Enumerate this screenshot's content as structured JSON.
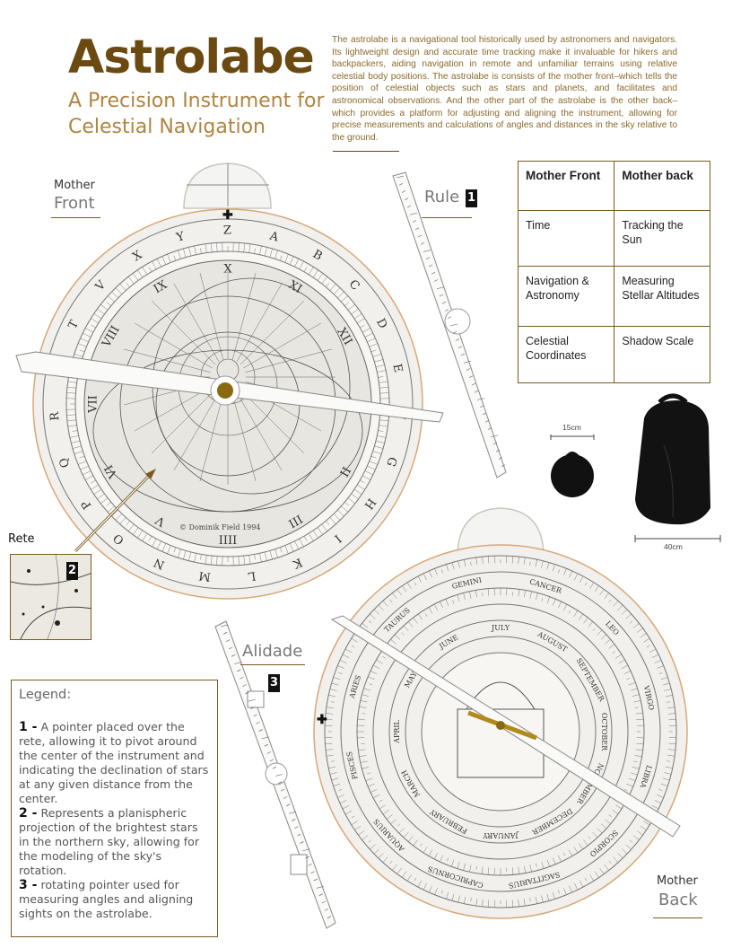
{
  "header": {
    "title": "Astrolabe",
    "subtitle": "A Precision Instrument for Celestial Navigation",
    "intro": "The astrolabe is a navigational tool historically used by astronomers and navigators. Its lightweight design and accurate time tracking make it invaluable for hikers and backpackers, aiding navigation in remote and unfamiliar terrains using relative celestial body positions. The astrolabe is consists of the mother front–which tells the position of celestial objects such as stars and planets, and facilitates and astronomical observations. And the other part of the astrolabe is the other back–which provides a platform for adjusting and aligning the instrument, allowing for precise measurements and calculations of angles and distances in the sky relative to the ground."
  },
  "labels": {
    "mother_front_small": "Mother",
    "mother_front_big": "Front",
    "rule": "Rule",
    "rule_num": "1",
    "rete": "Rete",
    "rete_num": "2",
    "alidade": "Alidade",
    "alidade_num": "3",
    "mother_back_small": "Mother",
    "mother_back_big": "Back"
  },
  "table": {
    "headers": [
      "Mother Front",
      "Mother back"
    ],
    "rows": [
      [
        "Time",
        "Tracking the Sun"
      ],
      [
        "Navigation & Astronomy",
        "Measuring Stellar Altitudes"
      ],
      [
        "Celestial Coordinates",
        "Shadow Scale"
      ]
    ]
  },
  "dimensions": {
    "astrolabe_size": "15cm",
    "bag_size": "40cm"
  },
  "legend": {
    "title": "Legend:",
    "items": [
      {
        "num": "1 -",
        "text": "A pointer placed over the rete, allowing it to pivot around the center of the instrument and indicating the declination of stars at any given distance from the center."
      },
      {
        "num": "2 -",
        "text": "Represents a planispheric projection of the brightest stars in the northern sky, allowing for the modeling of the sky's rotation."
      },
      {
        "num": "3 -",
        "text": " rotating pointer used for measuring angles and aligning sights on the astrolabe."
      }
    ]
  },
  "front_letters": [
    "A",
    "B",
    "C",
    "D",
    "E",
    "F",
    "G",
    "H",
    "I",
    "K",
    "L",
    "M",
    "N",
    "O",
    "P",
    "Q",
    "R",
    "S",
    "T",
    "V",
    "X",
    "Y",
    "Z"
  ],
  "front_numerals": [
    "I",
    "II",
    "III",
    "IIII",
    "V",
    "VI",
    "VII",
    "VIII",
    "IX",
    "X",
    "XI",
    "XII"
  ],
  "back_months": [
    "JANUARY",
    "FEBRUARY",
    "MARCH",
    "APRIL",
    "MAY",
    "JUNE",
    "JULY",
    "AUGUST",
    "SEPTEMBER",
    "OCTOBER",
    "NOVEMBER",
    "DECEMBER"
  ],
  "back_zodiac": [
    "CAPRICORNUS",
    "AQUARIUS",
    "PISCES",
    "ARIES",
    "TAURUS",
    "GEMINI",
    "CANCER",
    "LEO",
    "VIRGO",
    "LIBRA",
    "SCORPIO",
    "SAGITTARIUS"
  ],
  "colors": {
    "title": "#6b4a12",
    "subtitle": "#b08440",
    "accent_line": "#7a5a22"
  }
}
